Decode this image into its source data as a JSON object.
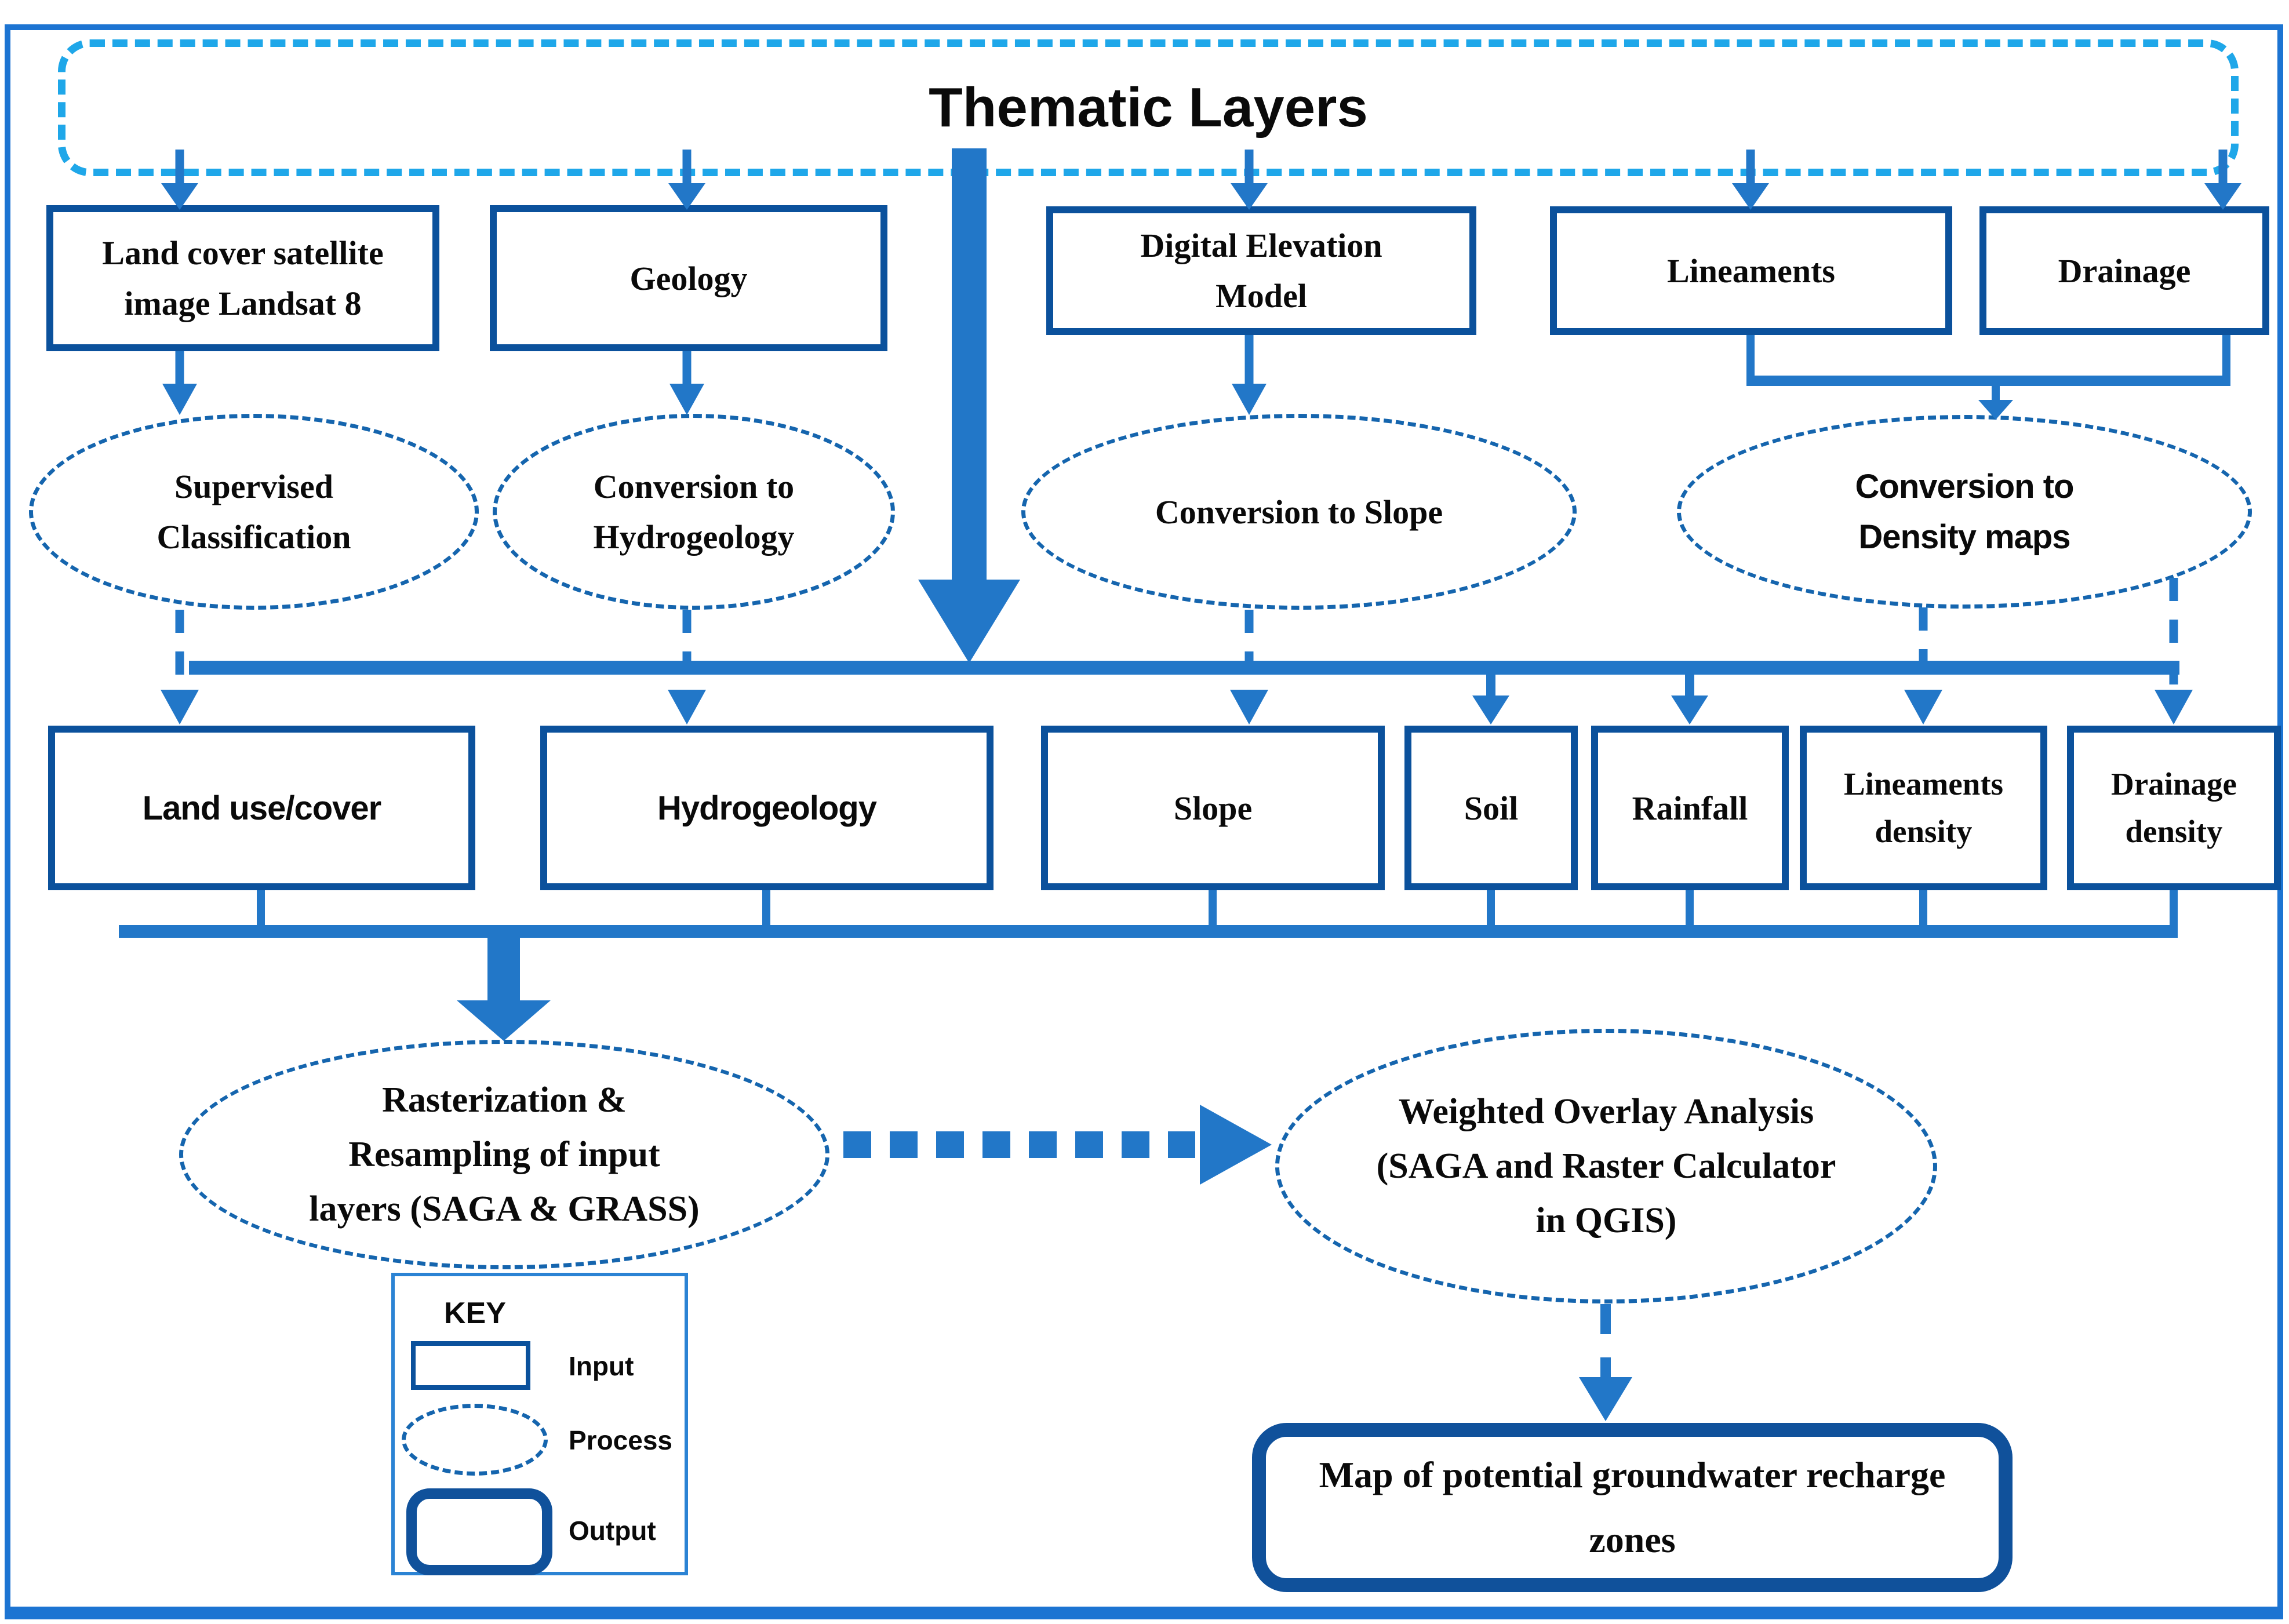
{
  "title": "Thematic Layers",
  "inputs_top": [
    {
      "label": "Land cover satellite image Landsat 8"
    },
    {
      "label": "Geology"
    },
    {
      "label": "Digital Elevation Model"
    },
    {
      "label": "Lineaments"
    },
    {
      "label": "Drainage"
    }
  ],
  "processes_top": [
    {
      "label": "Supervised Classification"
    },
    {
      "label": "Conversion to Hydrogeology"
    },
    {
      "label": "Conversion to Slope"
    },
    {
      "label": "Conversion to Density maps"
    }
  ],
  "thematic_layers": [
    {
      "label": "Land use/cover"
    },
    {
      "label": "Hydrogeology"
    },
    {
      "label": "Slope"
    },
    {
      "label": "Soil"
    },
    {
      "label": "Rainfall"
    },
    {
      "label": "Lineaments density"
    },
    {
      "label": "Drainage density"
    }
  ],
  "processes_bottom": [
    {
      "label": "Rasterization & Resampling of input layers (SAGA & GRASS)"
    },
    {
      "label": "Weighted Overlay Analysis (SAGA and Raster Calculator in QGIS)"
    }
  ],
  "output": {
    "label": "Map of potential groundwater recharge zones"
  },
  "key": {
    "title": "KEY",
    "items": [
      {
        "label": "Input"
      },
      {
        "label": "Process"
      },
      {
        "label": "Output"
      }
    ]
  },
  "colors": {
    "outer_border": "#1c74d2",
    "title_dash": "#1fa7e9",
    "box_border": "#0b519c",
    "process_dash": "#1565ae",
    "connector": "#2277c8",
    "output_border": "#10519b",
    "text": "#0a0a0a"
  }
}
